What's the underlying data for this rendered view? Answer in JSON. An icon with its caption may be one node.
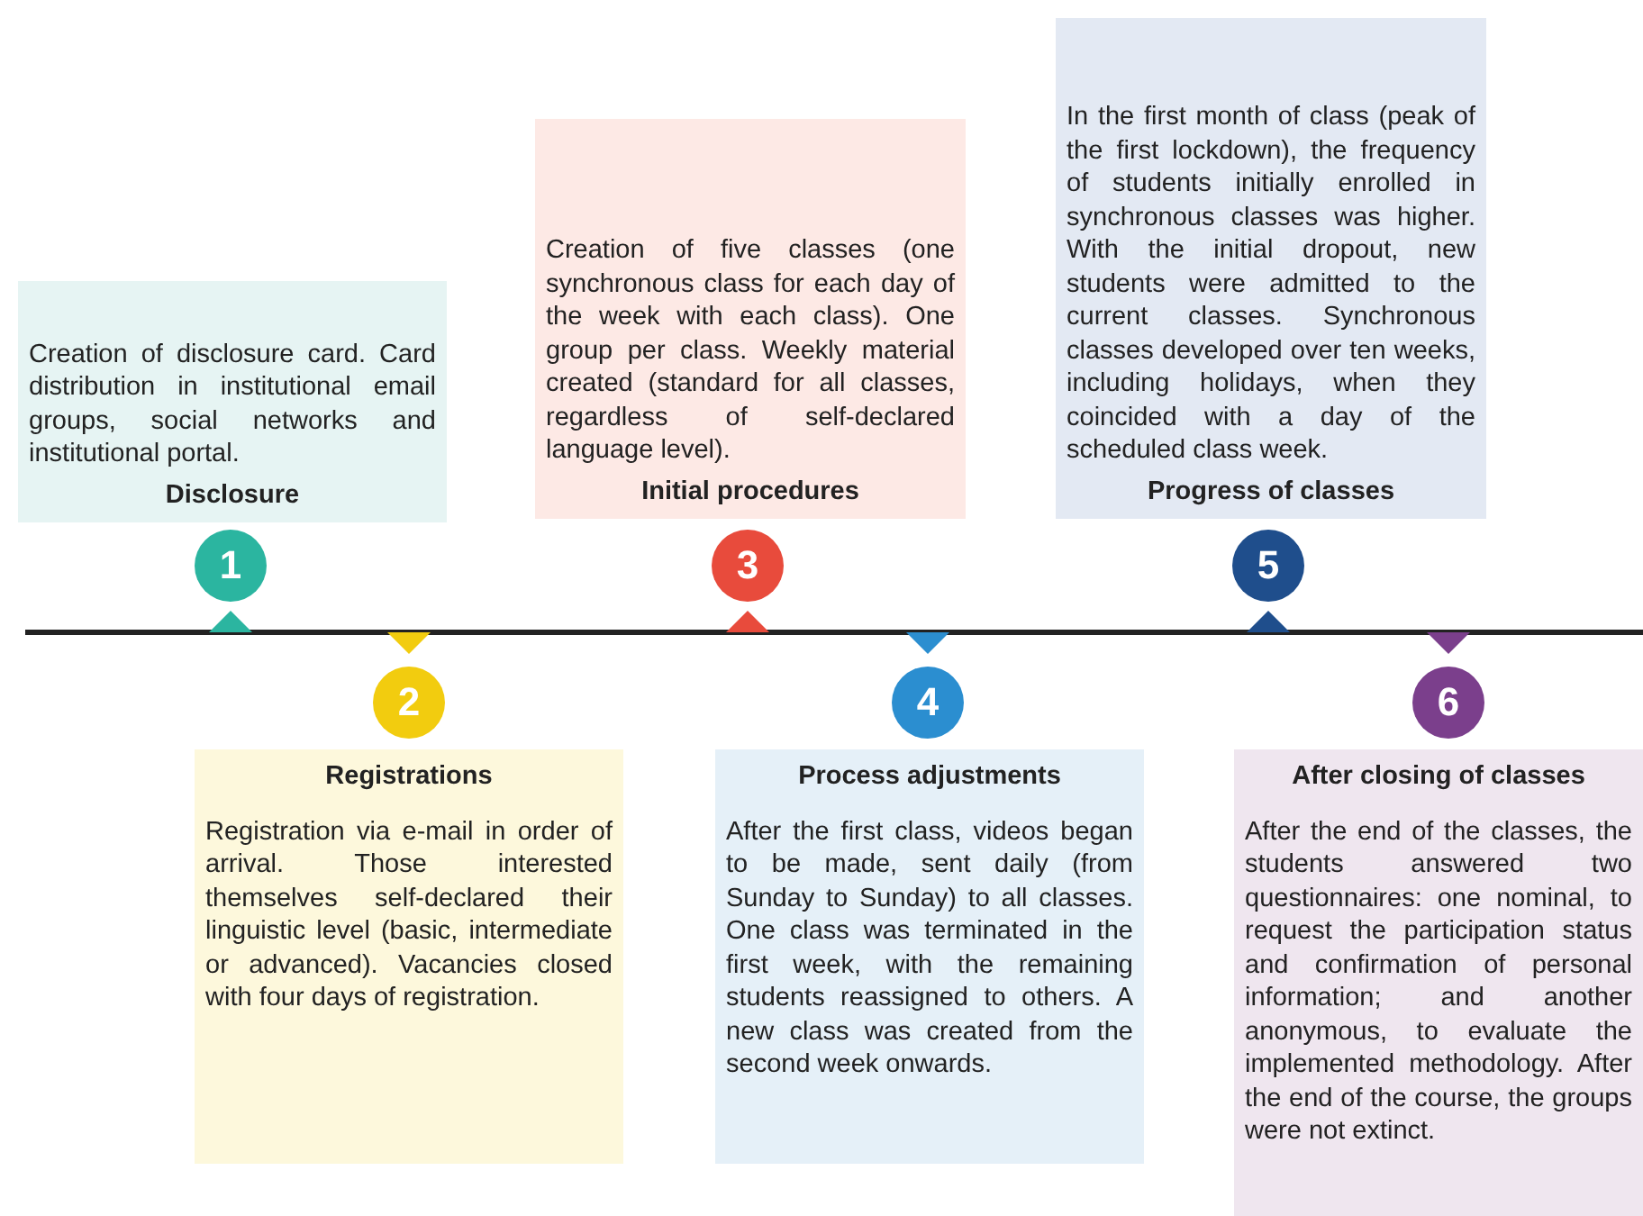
{
  "diagram": {
    "nodes": [
      {
        "text": [
          "Creation of disclosure card. Card distribution in institutional email groups, social networks and institutional portal.",
          "Disclosure"
        ]
      },
      {
        "text": [
          "1"
        ]
      },
      {
        "text": [
          "Registrations",
          "Registration via e-mail in order of arrival. Those interested themselves self-declared their linguistic level (basic, intermediate or advanced). Vacancies closed with four days of registration."
        ]
      },
      {
        "text": [
          "2"
        ]
      },
      {
        "text": [
          "Creation of five classes (one synchronous class for each day of the week with each class). One group per class. Weekly material created (standard for all classes, regardless of self-declared language level).",
          "Initial procedures"
        ]
      },
      {
        "text": [
          "3"
        ]
      },
      {
        "text": [
          "Process adjustments",
          "After the first class, videos began to be made, sent daily (from Sunday to Sunday) to all classes. One class was terminated in the first week, with the remaining students reassigned to others. A new class was created from the second week onwards."
        ]
      },
      {
        "text": [
          "4"
        ]
      },
      {
        "text": [
          "In the first month of class (peak of the first lockdown), the frequency of students initially enrolled in synchronous classes was higher. With the initial dropout, new students were admitted to the current classes. Synchronous classes developed over ten weeks, including holidays, when they coincided with a day of the scheduled class week.",
          "Progress of classes"
        ]
      },
      {
        "text": [
          "5"
        ]
      },
      {
        "text": [
          "After closing of classes",
          "After the end of the classes, the students answered two questionnaires: one nominal, to request the participation status and confirmation of personal information; and another anonymous, to evaluate the implemented methodology. After the end of the course, the groups were not extinct."
        ]
      },
      {
        "text": [
          "6"
        ]
      }
    ]
  }
}
